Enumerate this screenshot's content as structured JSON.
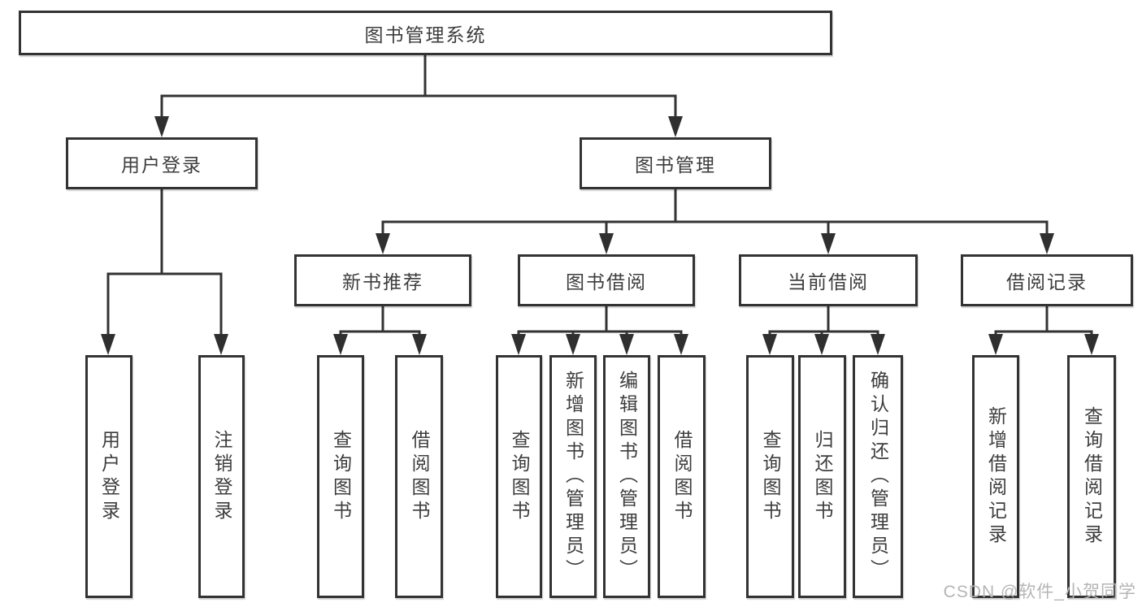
{
  "diagram": {
    "title": "图书管理系统",
    "nodes": {
      "root": "图书管理系统",
      "user_login": "用户登录",
      "book_manage": "图书管理",
      "new_book_recommend": "新书推荐",
      "book_borrow": "图书借阅",
      "current_borrow": "当前借阅",
      "borrow_records": "借阅记录",
      "leaf_user_login": "用户登录",
      "leaf_logout": "注销登录",
      "recommend_query_books": "查询图书",
      "recommend_borrow_books": "借阅图书",
      "borrow_query_books": "查询图书",
      "borrow_add_books": "新增图书（管理员）",
      "borrow_edit_books": "编辑图书（管理员）",
      "borrow_borrow_books": "借阅图书",
      "current_query_books": "查询图书",
      "current_return_books": "归还图书",
      "current_confirm_return": "确认归还（管理员）",
      "records_add_record": "新增借阅记录",
      "records_query_record": "查询借阅记录"
    },
    "colors": {
      "line": "#333333",
      "box_border": "#333333",
      "text": "#3d3d3d",
      "background": "#ffffff",
      "watermark": "#b5b5b5"
    }
  },
  "watermark": {
    "text": "CSDN @软件_小贺同学"
  }
}
